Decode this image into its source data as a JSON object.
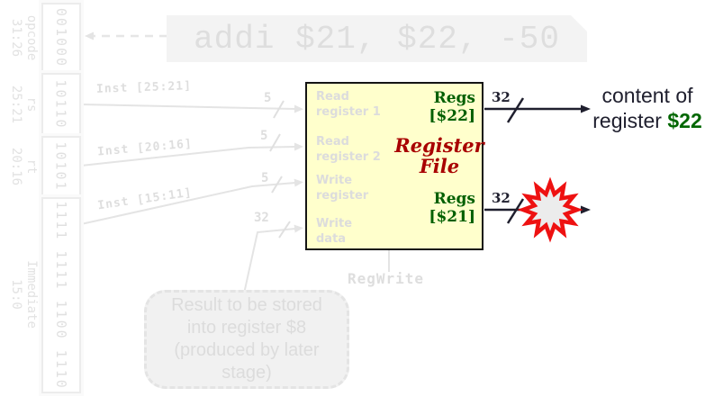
{
  "instruction_box": {
    "text": "addi $21, $22, -50"
  },
  "encoding": {
    "fields": [
      {
        "label": "opcode",
        "range": "31:26",
        "bits": "001000"
      },
      {
        "label": "rs",
        "range": "25:21",
        "bits": "10110"
      },
      {
        "label": "rt",
        "range": "20:16",
        "bits": "10101"
      },
      {
        "label": "Immediate",
        "range": "15:0",
        "bits": "1111 1111 1100 1110"
      }
    ]
  },
  "wires": {
    "inst_25_21": "Inst [25:21]",
    "inst_20_16": "Inst [20:16]",
    "inst_15_11": "Inst [15:11]",
    "width_5": "5",
    "width_32": "32"
  },
  "register_file": {
    "title_line1": "Register",
    "title_line2": "File",
    "ports": {
      "read_register_1": [
        "Read",
        "register 1"
      ],
      "read_register_2": [
        "Read",
        "register 2"
      ],
      "write_register": [
        "Write",
        "register"
      ],
      "write_data": [
        "Write",
        "data"
      ]
    },
    "outputs": {
      "regs_22": [
        "Regs",
        "[$22]"
      ],
      "regs_21": [
        "Regs",
        "[$21]"
      ]
    },
    "control": "RegWrite"
  },
  "output_annotation": {
    "line1": "content of",
    "line2_prefix": "register",
    "register_name": "$22"
  },
  "note": {
    "lines": [
      "Result to be stored",
      "into register $8",
      "(produced by later",
      "stage)"
    ]
  },
  "colors": {
    "register_file_fill": "#ffffcc",
    "register_file_border": "#141414",
    "regs_output_green": "#005f00",
    "annotation_green": "#006600",
    "regfile_title_red": "#a80000",
    "starburst_red": "#ee1111",
    "dark_wire": "#1f1f2e",
    "faded_gray": "#e0e0e0"
  }
}
